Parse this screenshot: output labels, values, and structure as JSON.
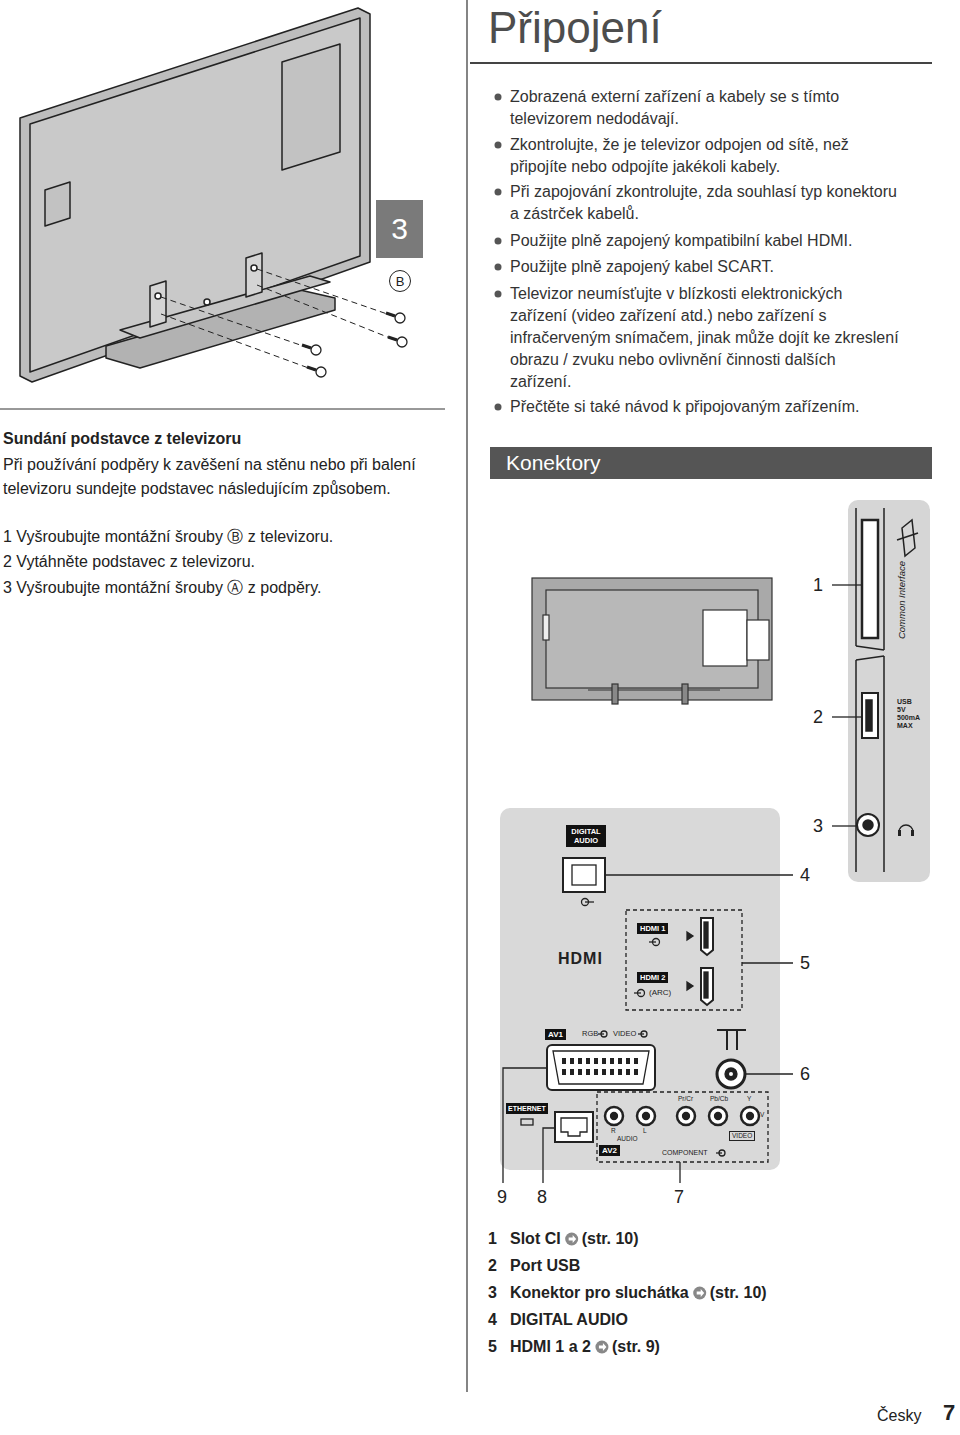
{
  "diagram": {
    "title": "Připojení",
    "nodes": [
      {
        "text": [
          "3"
        ]
      },
      {
        "text": [
          "B"
        ]
      },
      {
        "text": [
          "Konektory"
        ]
      },
      {
        "text": [
          "DIGITAL AUDIO"
        ]
      },
      {
        "text": [
          "HDMI 1"
        ]
      },
      {
        "text": [
          "HDMI 2"
        ]
      },
      {
        "text": [
          "AV1"
        ]
      },
      {
        "text": [
          "ETHERNET"
        ]
      },
      {
        "text": [
          "AV2"
        ]
      },
      {
        "text": [
          "VIDEO"
        ]
      }
    ],
    "labels": [
      "Sundání podstavce z televizoru",
      "Při používání podpěry k zavěšení na stěnu nebo při balení televizoru sundejte podstavec následujícím způsobem.",
      "1 Vyšroubujte montážní šrouby Ⓑ z televizoru.",
      "2 Vytáhněte podstavec z televizoru.",
      "3 Vyšroubujte montážní šrouby Ⓐ z podpěry.",
      "Zobrazená externí zařízení a kabely se s tímto televizorem nedodávají.",
      "Zkontrolujte, že je televizor odpojen od sítě, než připojíte nebo odpojíte jakékoli kabely.",
      "Při zapojování zkontrolujte, zda souhlasí typ konektoru a zástrček kabelů.",
      "Použijte plně zapojený kompatibilní kabel HDMI.",
      "Použijte plně zapojený kabel SCART.",
      "Televizor neumísťujte v blízkosti elektronických zařízení (video zařízení atd.) nebo zařízení s infračerveným snímačem, jinak může dojít ke zkreslení obrazu / zvuku nebo ovlivnění činnosti dalších zařízení.",
      "Přečtěte si také návod k připojovaným zařízením.",
      "1",
      "Common Interface",
      "2",
      "USB 5V 500mA MAX",
      "3",
      "4",
      "5",
      "HDMI",
      "(ARC)",
      "6",
      "RGB",
      "VIDEO",
      "Pr/Cr",
      "Pb/Cb",
      "Y",
      "V",
      "R",
      "L",
      "AUDIO",
      "COMPONENT",
      "9",
      "8",
      "7",
      "1",
      "Slot CI",
      "(str. 10)",
      "2",
      "Port USB",
      "3",
      "Konektor pro sluchátka",
      "(str. 10)",
      "4",
      "DIGITAL AUDIO",
      "5",
      "HDMI 1 a 2",
      "(str. 9)",
      "Česky",
      "7"
    ]
  }
}
